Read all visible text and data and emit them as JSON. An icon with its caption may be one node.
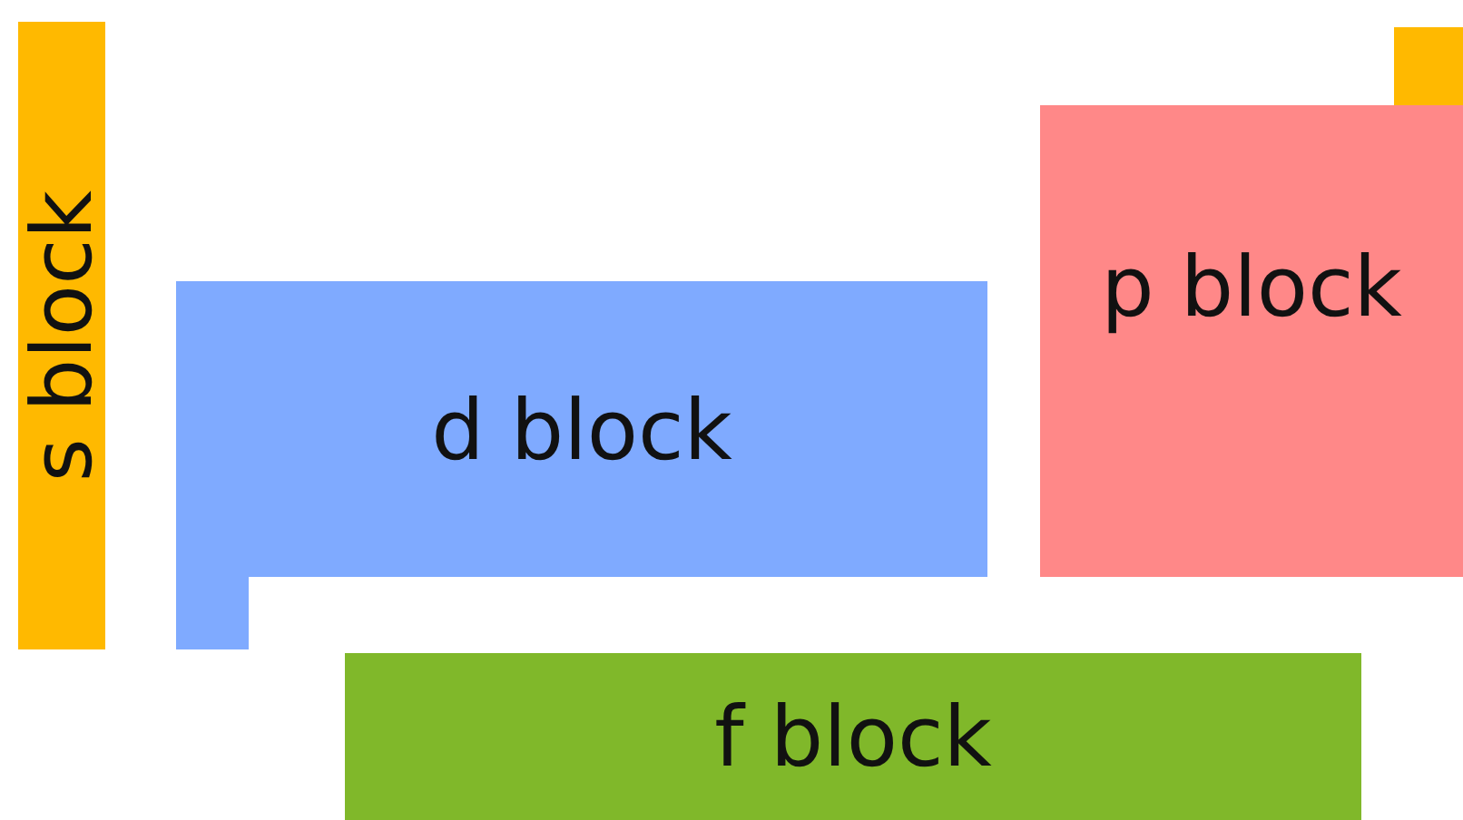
{
  "diagram": {
    "nodes": [
      {
        "text": [
          "s block"
        ]
      },
      {
        "text": [],
        "shape": "box"
      },
      {
        "text": [
          "d block"
        ]
      },
      {
        "text": [
          "p block"
        ]
      },
      {
        "text": [],
        "shape": "box"
      },
      {
        "text": [
          "f block"
        ]
      }
    ]
  }
}
